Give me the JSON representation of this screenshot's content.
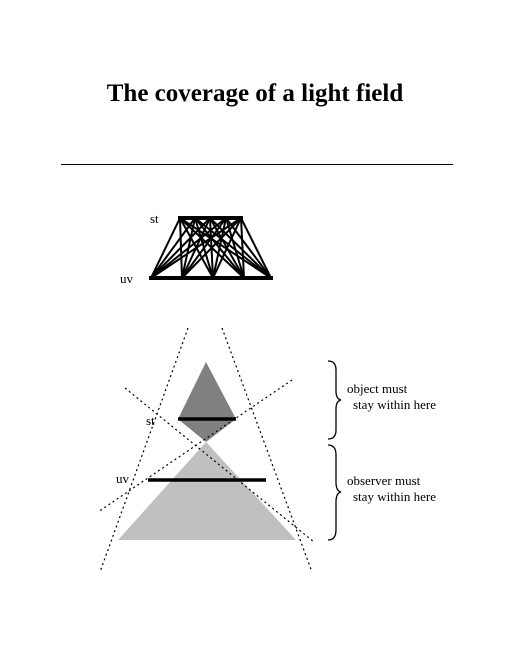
{
  "title": "The coverage of a light field",
  "top_diagram": {
    "label_st": "st",
    "label_uv": "uv"
  },
  "bottom_diagram": {
    "label_st": "st",
    "label_uv": "uv",
    "object_note": {
      "line1": "object must",
      "line2": "stay within here"
    },
    "observer_note": {
      "line1": "observer must",
      "line2": "stay within here"
    }
  },
  "colors": {
    "object_region": "#808080",
    "observer_region": "#c0c0c0",
    "lines": "#000000"
  }
}
